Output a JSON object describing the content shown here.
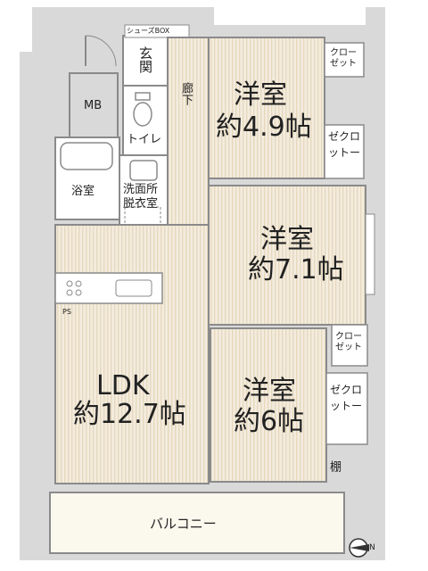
{
  "rooms": {
    "room1_name": "洋室",
    "room1_size": "約4.9帖",
    "room2_name": "洋室",
    "room2_size": "約7.1帖",
    "room3_name": "洋室",
    "room3_size": "約6帖",
    "ldk_name": "LDK",
    "ldk_size": "約12.7帖"
  },
  "labels": {
    "shoes_box": "シューズBOX",
    "entrance": "玄関",
    "corridor": "廊下",
    "mb": "MB",
    "toilet": "トイレ",
    "bath": "浴室",
    "wash_1": "洗面所",
    "wash_2": "脱衣室",
    "closet_a": "クロー\nゼット",
    "closet_b": "ゼクロ\nットー",
    "closet_c": "クロー\nゼット",
    "closet_d": "ゼクロ\nットー",
    "ps": "PS",
    "shelf": "棚",
    "balcony": "バルコニー",
    "north": "N"
  },
  "colors": {
    "floor": "#f3ecdf",
    "stripe": "#eadcc4",
    "wall": "#8a8a8a",
    "gray_area": "#d9d9d9",
    "wet_area": "#ffffff",
    "balcony": "#fbf8ee"
  }
}
